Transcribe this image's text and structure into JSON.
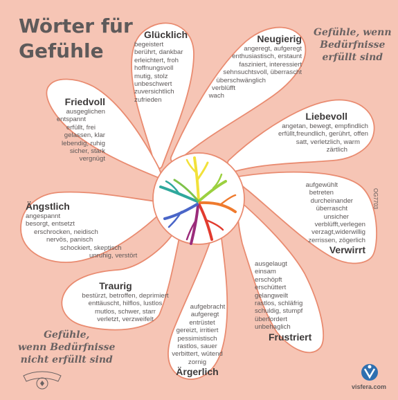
{
  "title_line1": "Wörter für",
  "title_line2": "Gefühle",
  "needs_met_label": [
    "Gefühle, wenn",
    "Bedürfnisse",
    "erfüllt sind"
  ],
  "needs_unmet_label": [
    "Gefühle,",
    "wenn Bedürfnisse",
    "nicht erfüllt sind"
  ],
  "petals": {
    "gluecklich": {
      "title": "Glücklich",
      "words": [
        "begeistert",
        "berührt, dankbar",
        "erleichtert, froh",
        "hoffnungsvoll",
        "mutig, stolz",
        "unbeschwert",
        "zuversichtlich",
        "zufrieden"
      ]
    },
    "neugierig": {
      "title": "Neugierig",
      "words": [
        "angeregt, aufgeregt",
        "enthusiastisch, erstaunt",
        "fasziniert, interessiert",
        "sehnsuchtsvoll, überrascht",
        "überschwänglich",
        "verblüfft",
        "wach"
      ]
    },
    "liebevoll": {
      "title": "Liebevoll",
      "words": [
        "angetan, bewegt, empfindlich",
        "erfüllt,freundlich, gerührt, offen",
        "satt, verletzlich, warm",
        "zärtlich"
      ]
    },
    "verwirrt": {
      "title": "Verwirrt",
      "words": [
        "aufgewühlt",
        "betreten",
        "durcheinander",
        "überrascht",
        "unsicher",
        "verblüfft,verlegen",
        "verzagt,widerwillig",
        "zerrissen, zögerlich"
      ]
    },
    "frustriert": {
      "title": "Frustriert",
      "words": [
        "ausgelaugt",
        "einsam",
        "erschöpft",
        "erschüttert",
        "gelangweilt",
        "rastlos, schläfrig",
        "schuldig, stumpf",
        "überfordert",
        "unbehaglich"
      ]
    },
    "aergerlich": {
      "title": "Ärgerlich",
      "words": [
        "aufgebracht",
        "aufgeregt",
        "entrüstet",
        "gereizt, irritiert",
        "pessimistisch",
        "rastlos, sauer",
        "verbittert, wütend",
        "zornig"
      ]
    },
    "traurig": {
      "title": "Traurig",
      "words": [
        "bestürzt, betroffen, deprimiert",
        "enttäuscht, hilflos, lustlos",
        "mutlos, schwer, starr",
        "verletzt, verzweifelt"
      ]
    },
    "aengstlich": {
      "title": "Ängstlich",
      "words": [
        "angespannt",
        "besorgt, entsetzt",
        "erschrocken, neidisch",
        "nervös, panisch",
        "schockiert, skeptisch",
        "unruhig, verstört"
      ]
    },
    "friedvoll": {
      "title": "Friedvoll",
      "words": [
        "ausgeglichen",
        "entspannt",
        "erfüllt, frei",
        "gelassen, klar",
        "lebendig, ruhig",
        "sicher, stark",
        "vergnügt"
      ]
    }
  },
  "product_code": "OG7703",
  "brand": "visfera.com",
  "colors": {
    "background": "#f6c5b5",
    "petal": "#ffffff",
    "petal_outline": "#e98b70"
  },
  "icons": [
    "rainbow-tree-icon",
    "cnvc-ribbon-logo",
    "visfera-logo-icon"
  ]
}
